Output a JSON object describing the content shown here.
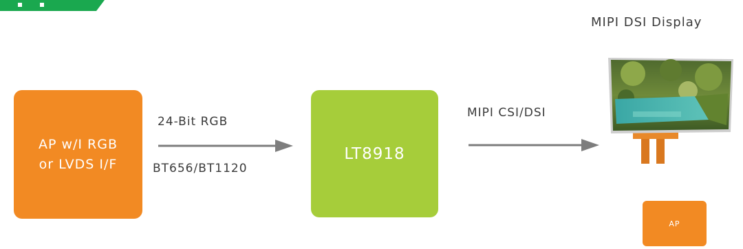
{
  "diagram": {
    "source_box": {
      "line1": "AP w/I RGB",
      "line2": "or LVDS I/F"
    },
    "chip_box": {
      "label": "LT8918"
    },
    "input_labels": {
      "top": "24-Bit RGB",
      "bottom": "BT656/BT1120"
    },
    "output_label": "MIPI CSI/DSI",
    "display_label": "MIPI  DSI Display",
    "small_box": {
      "label": "AP"
    }
  },
  "colors": {
    "orange": "#f28a23",
    "green": "#a6cd3a",
    "arrow": "#7d7d7d",
    "corner_tab": "#1aa84f"
  }
}
